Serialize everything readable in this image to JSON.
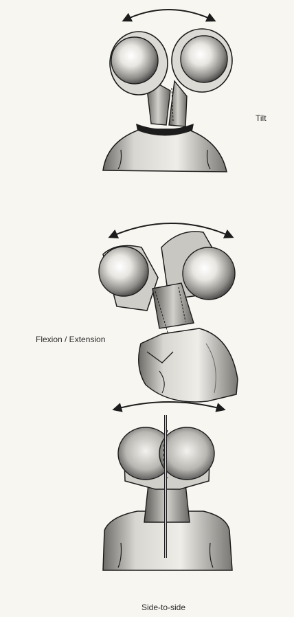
{
  "labels": {
    "tilt": "Tilt",
    "flexion_extension": "Flexion / Extension",
    "side_to_side": "Side-to-side"
  },
  "colors": {
    "ink": "#1c1c1c",
    "shade_dark": "#5a5a5a",
    "shade_mid": "#9a9a9a",
    "shade_light": "#d9d7d2",
    "paper": "#f8f6f1"
  }
}
